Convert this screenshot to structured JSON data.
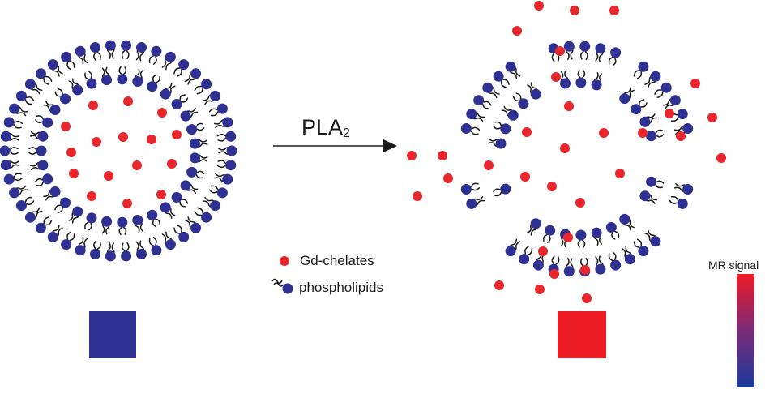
{
  "arrow": {
    "enzyme": "PLA",
    "subscript": "2"
  },
  "legend": {
    "chelates": "Gd-chelates",
    "phospholipids": "phospholipids"
  },
  "colorbar": {
    "label": "MR signal"
  },
  "colors": {
    "headgroup": "#2e3192",
    "chelate": "#e8262b",
    "tail": "#1a1a1a",
    "intact_signal": "#2e3192",
    "disrupted_signal": "#ed1c24"
  }
}
